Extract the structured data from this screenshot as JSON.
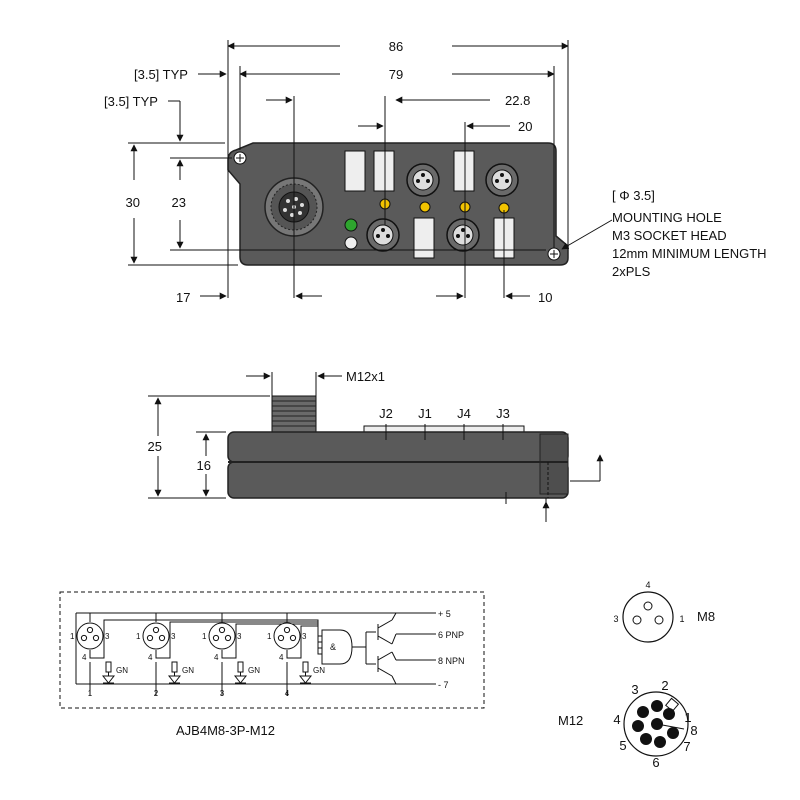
{
  "top_view": {
    "overall_width": "86",
    "hole_spacing": "79",
    "port_offset_a": "22.8",
    "port_offset_b": "20",
    "typ_horizontal": "[3.5] TYP",
    "typ_vertical": "[3.5] TYP",
    "height": "30",
    "hole_height": "23",
    "m12_offset": "17",
    "port_pitch": "10",
    "mounting_note": [
      "[ Φ 3.5]",
      "MOUNTING HOLE",
      "M3 SOCKET HEAD",
      "12mm MINIMUM LENGTH",
      "2xPLS"
    ]
  },
  "side_view": {
    "thread": "M12x1",
    "port_labels": [
      "J2",
      "J1",
      "J4",
      "J3"
    ],
    "total_height": "25",
    "body_height": "16"
  },
  "schematic": {
    "title": "AJB4M8-3P-M12",
    "rails": [
      "+ 5",
      "6  PNP",
      "8  NPN",
      "-  7"
    ],
    "led_label": "GN",
    "gate_label": "&",
    "connector_numbers": [
      "1",
      "2",
      "3",
      "4"
    ],
    "m8_pin_labels": [
      "1",
      "3",
      "4"
    ]
  },
  "pinouts": {
    "m8": {
      "name": "M8",
      "pins": [
        "4",
        "3",
        "1"
      ]
    },
    "m12": {
      "name": "M12",
      "pins": [
        "1",
        "2",
        "3",
        "4",
        "5",
        "6",
        "7",
        "8"
      ]
    }
  },
  "colors": {
    "housing": "#5a5a5a",
    "housing_dark": "#3c3c3c",
    "led_green": "#2ea52e",
    "led_yellow": "#f2c300",
    "port_white": "#eeeeee",
    "line": "#111111"
  }
}
